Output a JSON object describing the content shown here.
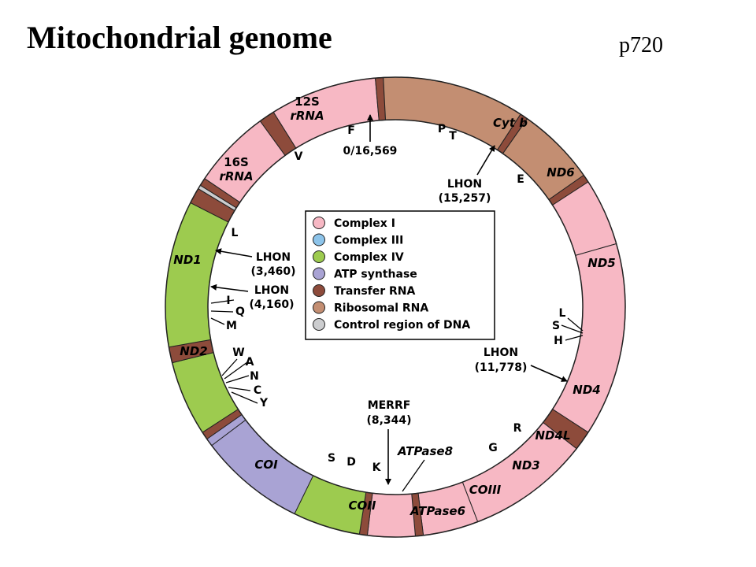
{
  "title": "Mitochondrial genome",
  "page_ref": "p720",
  "colors": {
    "complex1": "#f7b8c4",
    "complex3": "#8dc4ea",
    "complex4": "#9dcb4f",
    "atp": "#a9a3d4",
    "trna": "#8d4b3b",
    "rrna": "#c38e72",
    "control": "#cccdcf"
  },
  "genes": [
    {
      "kind": "control",
      "start": -28,
      "end": 17
    },
    {
      "kind": "trna",
      "start": 17,
      "end": 21
    },
    {
      "kind": "complex3",
      "start": 21,
      "end": 51,
      "label": "Cyt b"
    },
    {
      "kind": "trna",
      "start": 51,
      "end": 54
    },
    {
      "kind": "complex1",
      "start": 54,
      "end": 74,
      "label": "ND6"
    },
    {
      "kind": "complex1",
      "start": 74,
      "end": 123,
      "label": "ND5"
    },
    {
      "kind": "trna",
      "start": 123,
      "end": 128
    },
    {
      "kind": "complex1",
      "start": 128,
      "end": 159,
      "label": "ND4"
    },
    {
      "kind": "complex1",
      "start": 159,
      "end": 173,
      "label": "ND4L"
    },
    {
      "kind": "trna",
      "start": 173,
      "end": 175
    },
    {
      "kind": "complex1",
      "start": 175,
      "end": 187,
      "label": "ND3"
    },
    {
      "kind": "trna",
      "start": 187,
      "end": 189
    },
    {
      "kind": "complex4",
      "start": 189,
      "end": 206,
      "label": "COIII"
    },
    {
      "kind": "atp",
      "start": 206,
      "end": 233,
      "label": "ATPase6"
    },
    {
      "kind": "atp",
      "start": 233,
      "end": 235
    },
    {
      "kind": "trna",
      "start": 235,
      "end": 237
    },
    {
      "kind": "complex4",
      "start": 237,
      "end": 256,
      "label": "COII"
    },
    {
      "kind": "trna",
      "start": 256,
      "end": 260
    },
    {
      "kind": "complex4",
      "start": 260,
      "end": 297,
      "label": "COI"
    },
    {
      "kind": "trna",
      "start": 297,
      "end": 301
    },
    {
      "kind": "control",
      "start": 301,
      "end": 302
    },
    {
      "kind": "trna",
      "start": 302,
      "end": 304
    },
    {
      "kind": "complex1",
      "start": 304,
      "end": 324,
      "label": "ND2"
    },
    {
      "kind": "trna",
      "start": 324,
      "end": 328
    },
    {
      "kind": "complex1",
      "start": 328,
      "end": 355,
      "label": "ND1"
    },
    {
      "kind": "trna",
      "start": 355,
      "end": 357
    },
    {
      "kind": "rrna",
      "start": 357,
      "end": 393,
      "label": "16S rRNA"
    },
    {
      "kind": "trna",
      "start": 393,
      "end": 395
    },
    {
      "kind": "rrna",
      "start": 395,
      "end": 415,
      "label": "12S rRNA"
    },
    {
      "kind": "trna",
      "start": 415,
      "end": 417
    }
  ],
  "segment_labels": {
    "cytb": "Cyt b",
    "nd6": "ND6",
    "nd5": "ND5",
    "nd4": "ND4",
    "nd4l": "ND4L",
    "nd3": "ND3",
    "coiii": "COIII",
    "atpase6": "ATPase6",
    "coii": "COII",
    "coi": "COI",
    "nd2": "ND2",
    "nd1": "ND1",
    "rrna16s_1": "16S",
    "rrna16s_2": "rRNA",
    "rrna12s_1": "12S",
    "rrna12s_2": "rRNA"
  },
  "trna_labels": {
    "F": "F",
    "P": "P",
    "T": "T",
    "E": "E",
    "V": "V",
    "L1": "L",
    "I": "I",
    "Q": "Q",
    "M": "M",
    "W": "W",
    "A": "A",
    "N": "N",
    "C": "C",
    "Y": "Y",
    "S1": "S",
    "D": "D",
    "K": "K",
    "G": "G",
    "R": "R",
    "L2": "L",
    "S2": "S",
    "H": "H"
  },
  "annotations": {
    "origin": "0/16,569",
    "lhon_15257_a": "LHON",
    "lhon_15257_b": "(15,257)",
    "lhon_3460_a": "LHON",
    "lhon_3460_b": "(3,460)",
    "lhon_4160_a": "LHON",
    "lhon_4160_b": "(4,160)",
    "lhon_11778_a": "LHON",
    "lhon_11778_b": "(11,778)",
    "merrf_a": "MERRF",
    "merrf_b": "(8,344)",
    "atpase8": "ATPase8"
  },
  "legend": [
    {
      "label": "Complex I",
      "color": "#f7b8c4"
    },
    {
      "label": "Complex III",
      "color": "#8dc4ea"
    },
    {
      "label": "Complex IV",
      "color": "#9dcb4f"
    },
    {
      "label": "ATP synthase",
      "color": "#a9a3d4"
    },
    {
      "label": "Transfer RNA",
      "color": "#8d4b3b"
    },
    {
      "label": "Ribosomal RNA",
      "color": "#c38e72"
    },
    {
      "label": "Control region of DNA",
      "color": "#cccdcf"
    }
  ]
}
